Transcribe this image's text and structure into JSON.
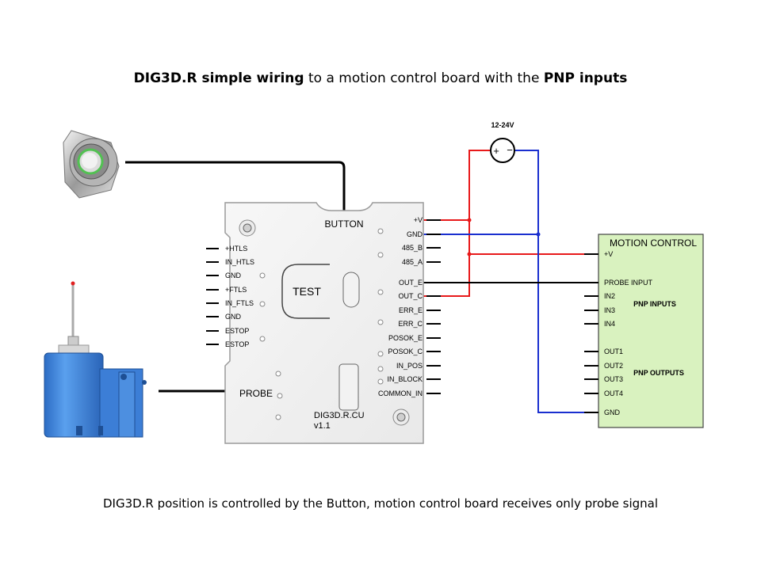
{
  "title": {
    "part1": "DIG3D.R simple wiring",
    "part2": " to a motion control board with the ",
    "part3": "PNP inputs"
  },
  "caption": "DIG3D.R position is controlled by the Button, motion control board receives only probe signal",
  "supply": {
    "label": "12-24V",
    "plus": "+",
    "minus": "−"
  },
  "board": {
    "button_label": "BUTTON",
    "test_label": "TEST",
    "probe_label": "PROBE",
    "model": "DIG3D.R.CU",
    "version": "v1.1",
    "left_pins": [
      "+HTLS",
      "IN_HTLS",
      "GND",
      "+FTLS",
      "IN_FTLS",
      "GND",
      "ESTOP",
      "ESTOP"
    ],
    "right_pins": [
      "+V",
      "GND",
      "485_B",
      "485_A",
      "OUT_E",
      "OUT_C",
      "ERR_E",
      "ERR_C",
      "POSOK_E",
      "POSOK_C",
      "IN_POS",
      "IN_BLOCK",
      "COMMON_IN"
    ]
  },
  "motion_control": {
    "title": "MOTION CONTROL",
    "pins": [
      "+V",
      "PROBE INPUT",
      "IN2",
      "IN3",
      "IN4",
      "OUT1",
      "OUT2",
      "OUT3",
      "OUT4",
      "GND"
    ],
    "inputs_label": "PNP INPUTS",
    "outputs_label": "PNP OUTPUTS",
    "fill_color": "#d9f2bf"
  },
  "wire_colors": {
    "positive": "#e8191a",
    "negative": "#1a2fcf",
    "signal": "#000000"
  }
}
